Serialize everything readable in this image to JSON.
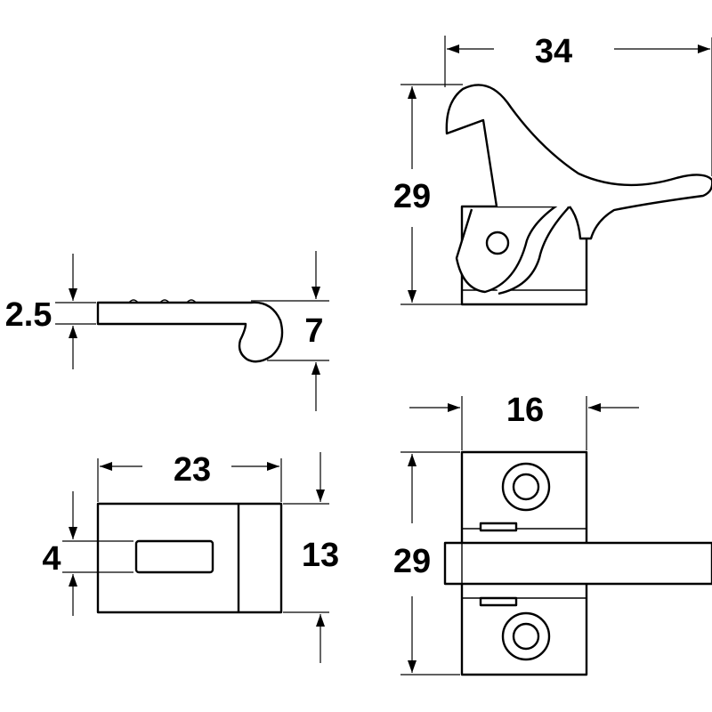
{
  "colors": {
    "line": "#000000",
    "background": "#ffffff"
  },
  "dimensions": {
    "top_width": "34",
    "top_height": "29",
    "side_thickness": "2.5",
    "side_height": "7",
    "plate_width": "23",
    "plate_slot": "4",
    "plate_height": "13",
    "front_width": "16",
    "front_height": "29"
  }
}
